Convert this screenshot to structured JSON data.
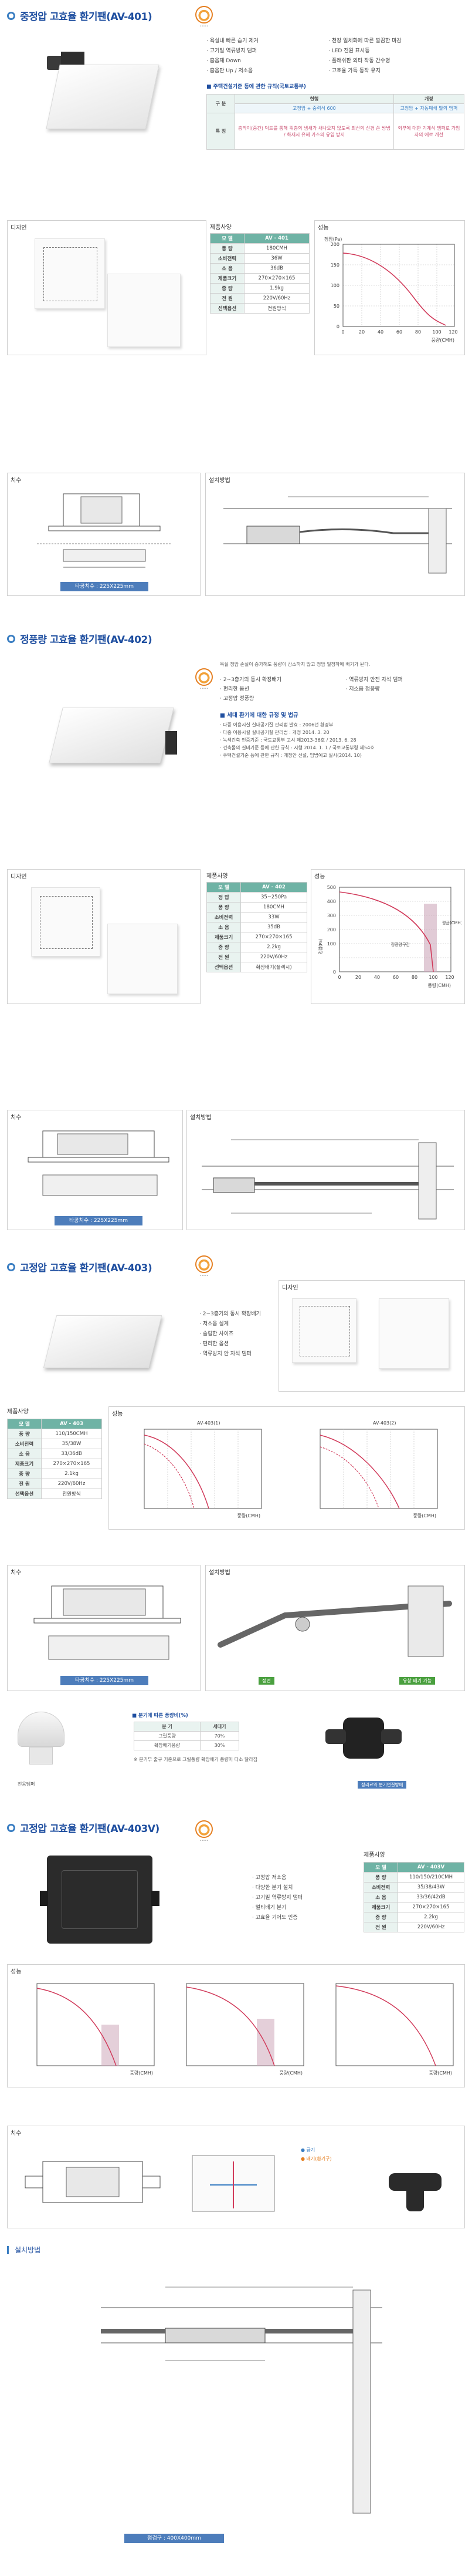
{
  "products": [
    {
      "title": "중정압 고효율 환기팬(AV-401)",
      "features_left": [
        "· 욕실내 빠른 습기 제거",
        "· 고기밀 역류방지 댐퍼",
        "· 흡음재 Down",
        "· 흡음판 Up / 저소음"
      ],
      "features_right": [
        "· 천장 일체화에 따른 깔끔한 마감",
        "· LED 전원 표시등",
        "· 플래쉬판 외타 작동 간수명",
        "· 고효율 가득 동작 유지"
      ],
      "law_title": "■ 주택건설기준 등에 관한 규칙(국토교통부)",
      "law_table": {
        "col1": "구 분",
        "col2_head": "현행",
        "col3_head": "개정",
        "row_label": "특 징",
        "r1c2": "고정압 + 중력식 600",
        "r1c3": "고정압 + 자동폐쇄 발의 댐퍼",
        "r2c2": "층막이(중간) 덕트를 통해 위층의 냄새가 새나오지 않도록 최선의 신경 쓴 방법 / 화재시 유해 가스의 유입 방지",
        "r2c3": "외부에 대한 기계식 댐퍼로 가입자의 애로 개선"
      },
      "design_label": "디자인",
      "spec_label": "제품사양",
      "perf_label": "성능",
      "spec": [
        [
          "모 델",
          "AV - 401"
        ],
        [
          "풍 량",
          "180CMH"
        ],
        [
          "소비전력",
          "36W"
        ],
        [
          "소 음",
          "36dB"
        ],
        [
          "제품크기",
          "270×270×165"
        ],
        [
          "중 량",
          "1.9kg"
        ],
        [
          "전 원",
          "220V/60Hz"
        ],
        [
          "선택옵션",
          "전원방식"
        ]
      ],
      "chart": {
        "ylabel": "정압(Pa)",
        "xlabel": "풍량(CMH)",
        "yticks": [
          "200",
          "150",
          "100",
          "50",
          "0"
        ],
        "xticks": [
          "0",
          "20",
          "40",
          "60",
          "80",
          "100",
          "120"
        ]
      },
      "dim_label": "치수",
      "install_label": "설치방법",
      "size_caption": "타공치수 : 225X225mm"
    },
    {
      "title": "정풍량 고효율 환기팬(AV-402)",
      "intro": "욕실 정압 손실이 증가해도 풍량이 감소하지 않고 정압 일정하에 배기가 된다.",
      "features": [
        "· 2~3층기의 동시 확장배기",
        "· 편리한 옵션",
        "· 고정압 정풍량",
        "· 역류방지 안전 자석 댐퍼",
        "· 저소음 정풍량"
      ],
      "law_head": "■ 세대 환기에 대한 규정 및 법규",
      "laws": [
        "· 다중 이용시설 실내공기질 관리법 발효 : 2006년 환경부",
        "· 다중 이용시설 실내공기질 관리법 : 개정 2014. 3. 20",
        "· 녹색건축 인증기준 : 국토교통부 고시 제2013-36호 / 2013. 6. 28",
        "· 건축물의 설비기준 등에 관한 규칙 : 시행 2014. 1. 1 / 국토교통부령 제54호",
        "· 주택건설기준 등에 관한 규칙 : 개정안 신설, 입법예고 실시(2014. 10)"
      ],
      "design_label": "디자인",
      "spec_label": "제품사양",
      "perf_label": "성능",
      "spec": [
        [
          "모 델",
          "AV - 402"
        ],
        [
          "정 압",
          "35~250Pa"
        ],
        [
          "풍 량",
          "180CMH"
        ],
        [
          "소비전력",
          "33W"
        ],
        [
          "소 음",
          "35dB"
        ],
        [
          "제품크기",
          "270×270×165"
        ],
        [
          "중 량",
          "2.2kg"
        ],
        [
          "전 원",
          "220V/60Hz"
        ],
        [
          "선택옵션",
          "확장배기(플렉시)"
        ]
      ],
      "chart": {
        "ylabel": "정압(Pa)",
        "xlabel": "풍량(CMH)",
        "yticks": [
          "500",
          "400",
          "300",
          "200",
          "100",
          "0"
        ],
        "xticks": [
          "0",
          "20",
          "40",
          "60",
          "80",
          "100",
          "120"
        ],
        "band_label": "정풍량구간",
        "band_sub": "평균(CMH)"
      },
      "dim_label": "치수",
      "install_label": "설치방법",
      "size_caption": "타공치수 : 225X225mm"
    },
    {
      "title": "고정압 고효율 환기팬(AV-403)",
      "features": [
        "· 2~3층기의 동시 확장배기",
        "· 저소음 설계",
        "· 슬림한 사이즈",
        "· 편리한 옵션",
        "· 역류방지 안 자석 댐퍼"
      ],
      "design_label": "디자인",
      "spec_label": "제품사양",
      "perf_label": "성능",
      "spec": [
        [
          "모 델",
          "AV - 403"
        ],
        [
          "풍 량",
          "110/150CMH"
        ],
        [
          "소비전력",
          "35/38W"
        ],
        [
          "소 음",
          "33/36dB"
        ],
        [
          "제품크기",
          "270×270×165"
        ],
        [
          "중 량",
          "2.1kg"
        ],
        [
          "전 원",
          "220V/60Hz"
        ],
        [
          "선택옵션",
          "전원방식"
        ]
      ],
      "chart_a": {
        "title": "AV-403(1)",
        "xlabel": "풍량(CMH)"
      },
      "chart_b": {
        "title": "AV-403(2)",
        "xlabel": "풍량(CMH)"
      },
      "dim_label": "치수",
      "install_label": "설치방법",
      "size_caption": "타공치수 : 225X225mm",
      "install_tag_1": "정면",
      "install_tag_2": "유창 배기 가능",
      "accessory_label": "전용댐퍼",
      "usage_title": "■ 분기에 따른 풍량비(%)",
      "usage_table": [
        [
          "분 기",
          "세대기"
        ],
        [
          "그릴풍량",
          "70%"
        ],
        [
          "확장배기풍량",
          "30%"
        ]
      ],
      "usage_note": "※ 분기부 출구 기준으로 그릴풍량 확장배기 풍량이 다소 달라짐",
      "connector_caption": "정리료와 분기연결방에"
    },
    {
      "title": "고정압 고효율 환기팬(AV-403V)",
      "features": [
        "· 고정압 저소음",
        "· 다양한 분기 설치",
        "· 고기밀 역류방지 댐퍼",
        "· 멀티배기 분기",
        "· 고효율 기어도 인증"
      ],
      "spec_label": "제품사양",
      "perf_label": "성능",
      "spec": [
        [
          "모 델",
          "AV - 403V"
        ],
        [
          "풍 량",
          "110/150/210CMH"
        ],
        [
          "소비전력",
          "35/38/43W"
        ],
        [
          "소 음",
          "33/36/42dB"
        ],
        [
          "제품크기",
          "270×270×165"
        ],
        [
          "중 량",
          "2.2kg"
        ],
        [
          "전 원",
          "220V/60Hz"
        ]
      ],
      "chart_xlabel": "풍량(CMH)",
      "dim_label": "치수",
      "install_label": "설치방법",
      "legend_in": "● 급기",
      "legend_out": "● 배기(환기구)",
      "size_caption": "점검구 : 400X400mm"
    }
  ]
}
